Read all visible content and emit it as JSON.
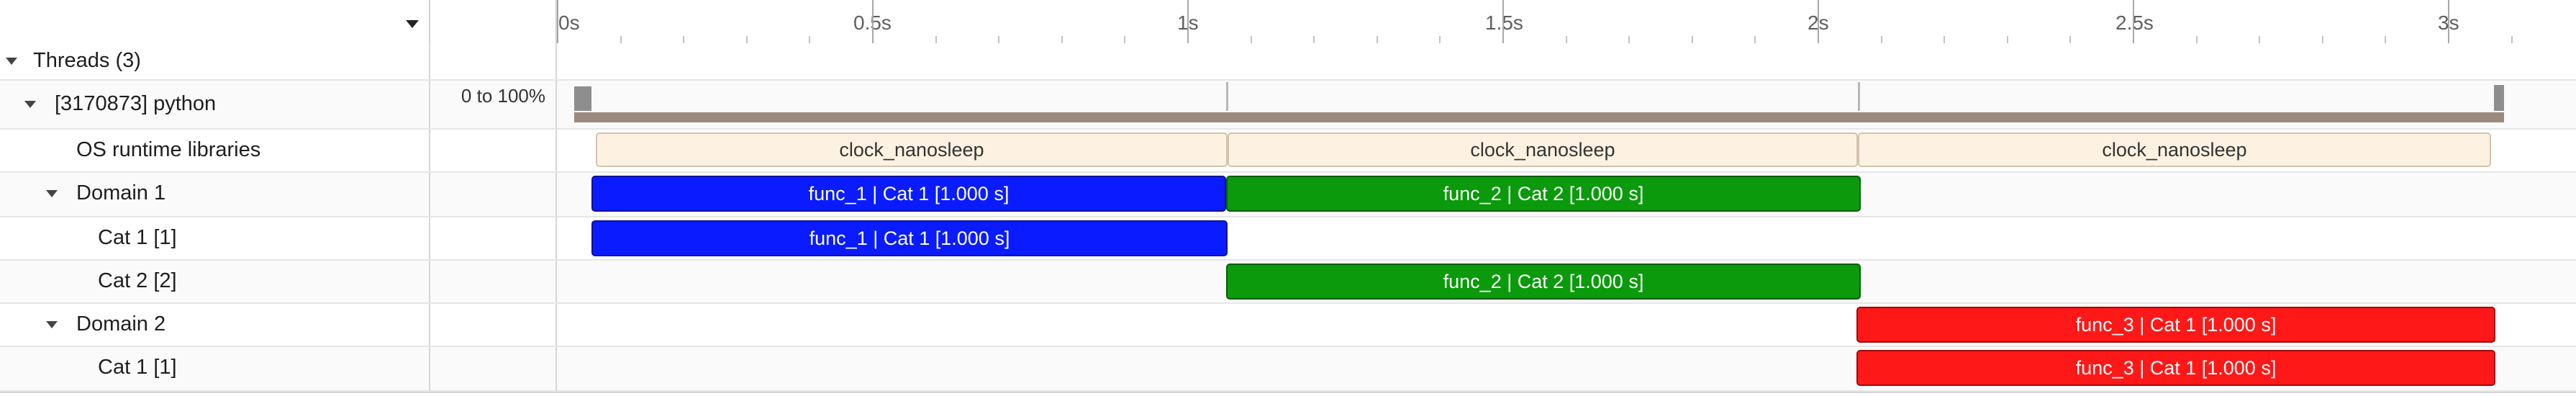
{
  "colors": {
    "os": "#fdf2e2",
    "blue": "#0a1cff",
    "green": "#0b9a0b",
    "red": "#ff1818",
    "utilization": "#9a8a7e"
  },
  "header": {
    "dropdown_icon": "caret-down-icon",
    "ticks": [
      "0s",
      "0.5s",
      "1s",
      "1.5s",
      "2s",
      "2.5s",
      "3s"
    ]
  },
  "rows": {
    "threads": {
      "label": "Threads (3)"
    },
    "process": {
      "label": "[3170873] python",
      "scale": "0 to 100%"
    },
    "os_runtime": {
      "label": "OS runtime libraries"
    },
    "domain1": {
      "label": "Domain 1"
    },
    "d1_cat1": {
      "label": "Cat 1 [1]"
    },
    "d1_cat2": {
      "label": "Cat 2 [2]"
    },
    "domain2": {
      "label": "Domain 2"
    },
    "d2_cat1": {
      "label": "Cat 1 [1]"
    }
  },
  "bars": {
    "os_1": {
      "label": "clock_nanosleep"
    },
    "os_2": {
      "label": "clock_nanosleep"
    },
    "os_3": {
      "label": "clock_nanosleep"
    },
    "d1_func1": {
      "label": "func_1 | Cat 1 [1.000 s]"
    },
    "d1_func2": {
      "label": "func_2 | Cat 2 [1.000 s]"
    },
    "c1_func1": {
      "label": "func_1 | Cat 1 [1.000 s]"
    },
    "c2_func2": {
      "label": "func_2 | Cat 2 [1.000 s]"
    },
    "d2_func3": {
      "label": "func_3 | Cat 1 [1.000 s]"
    },
    "c21_func3": {
      "label": "func_3 | Cat 1 [1.000 s]"
    }
  }
}
